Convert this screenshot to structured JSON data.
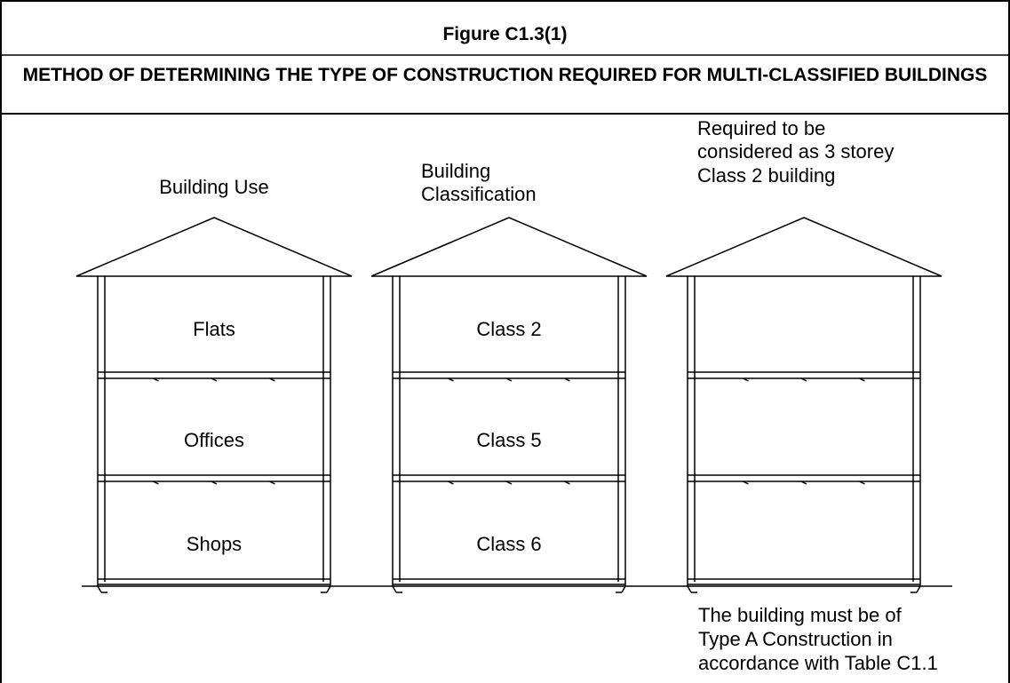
{
  "figure": {
    "number": "Figure C1.3(1)",
    "title": "METHOD OF DETERMINING THE TYPE OF CONSTRUCTION REQUIRED FOR MULTI-CLASSIFIED BUILDINGS"
  },
  "columns": [
    {
      "heading": [
        "Building Use"
      ],
      "floors": [
        "Flats",
        "Offices",
        "Shops"
      ]
    },
    {
      "heading": [
        "Building",
        "Classification"
      ],
      "floors": [
        "Class 2",
        "Class 5",
        "Class 6"
      ]
    },
    {
      "heading": [
        "Required to be",
        "considered as 3 storey",
        "Class 2 building"
      ],
      "floors": [
        "",
        "",
        ""
      ]
    }
  ],
  "note": [
    "The building must be of",
    "Type A Construction in",
    "accordance with Table C1.1"
  ]
}
